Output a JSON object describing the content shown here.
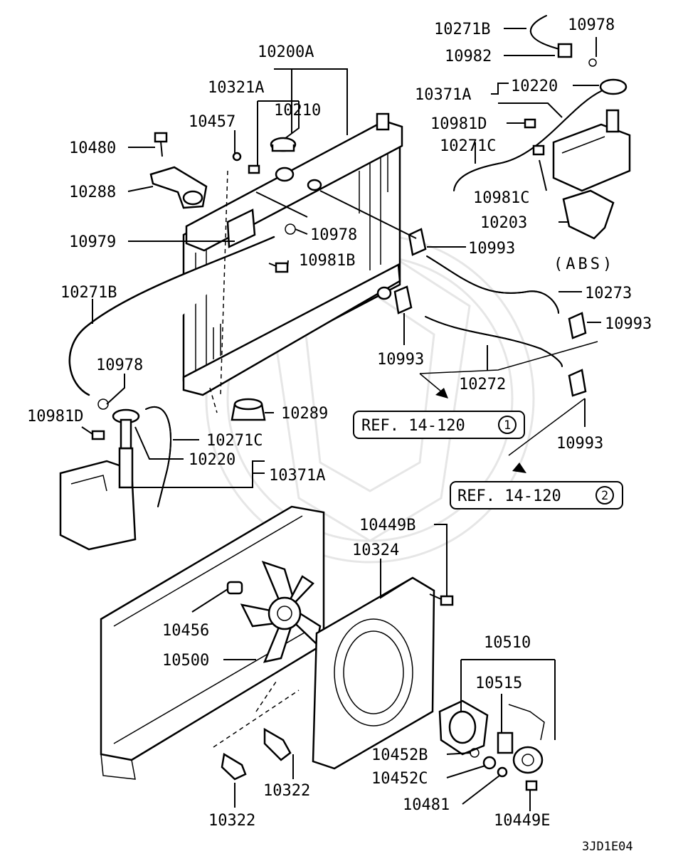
{
  "diagram": {
    "code": "3JD1E04",
    "note_abs": "(ABS)",
    "labels": {
      "p10200A": "10200A",
      "p10321A": "10321A",
      "p10210": "10210",
      "p10457": "10457",
      "p10480": "10480",
      "p10288": "10288",
      "p10979": "10979",
      "p10978a": "10978",
      "p10981B": "10981B",
      "p10271Ba": "10271B",
      "p10978b": "10978",
      "p10981Da": "10981D",
      "p10289": "10289",
      "p10271Ca": "10271C",
      "p10220a": "10220",
      "p10371Aa": "10371A",
      "p10271Bb": "10271B",
      "p10978c": "10978",
      "p10982": "10982",
      "p10371Ab": "10371A",
      "p10220b": "10220",
      "p10981Db": "10981D",
      "p10271Cb": "10271C",
      "p10981C": "10981C",
      "p10203": "10203",
      "p10993a": "10993",
      "p10273": "10273",
      "p10993b": "10993",
      "p10993c": "10993",
      "p10272": "10272",
      "p10993d": "10993",
      "p10449B": "10449B",
      "p10324": "10324",
      "p10456": "10456",
      "p10500": "10500",
      "p10510": "10510",
      "p10515": "10515",
      "p10452B": "10452B",
      "p10452C": "10452C",
      "p10481": "10481",
      "p10449E": "10449E",
      "p10322a": "10322",
      "p10322b": "10322"
    },
    "refs": [
      {
        "text": "REF. 14-120",
        "num": "1"
      },
      {
        "text": "REF. 14-120",
        "num": "2"
      }
    ]
  }
}
